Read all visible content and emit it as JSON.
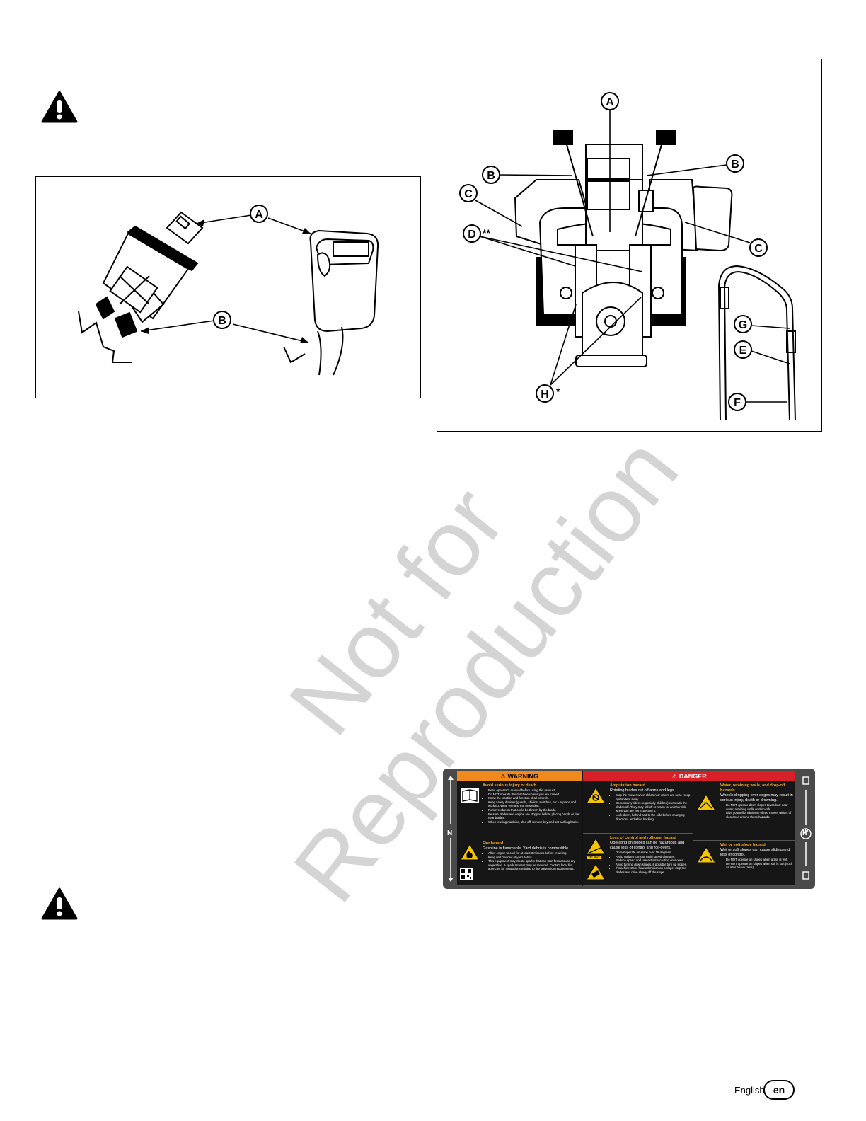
{
  "fig_left": {
    "callouts": [
      "A",
      "B"
    ]
  },
  "fig_right": {
    "callouts": [
      "A",
      "B",
      "B",
      "C",
      "C",
      "D",
      "**",
      "H",
      "*",
      "G",
      "E",
      "F"
    ]
  },
  "watermark": {
    "line1": "Not for",
    "line2": "Reproduction"
  },
  "decal": {
    "warning_header": "WARNING",
    "danger_header": "DANGER",
    "side_left": "N",
    "side_right": "N",
    "park_symbol": "P",
    "cells": [
      {
        "title": "Avoid serious injury or death",
        "lead": "",
        "items": [
          "Read operator's manual before using this product.",
          "Do NOT operate this machine unless you are trained.",
          "Know the location and function of all controls.",
          "Keep safety devices (guards, shields, switches, etc.) in place and working. Wear eye and ear protection.",
          "Remove objects that could be thrown by the blade.",
          "Be sure blades and engine are stopped before placing hands or feet near blades.",
          "When leaving machine, shut off, remove key and set parking brake."
        ]
      },
      {
        "title": "Fire hazard",
        "lead": "Gasoline is flammable. Yard debris is combustible.",
        "items": [
          "Allow engine to cool for at least 3 minutes before refueling.",
          "Keep unit cleaned of yard debris.",
          "This equipment may create sparks that can start fires around dry vegetation. A spark arrester may be required. Contact local fire agencies for regulations relating to fire prevention requirements."
        ]
      },
      {
        "title": "Amputation hazard",
        "lead": "Rotating blades cut off arms and legs.",
        "items": [
          "Stop the mower when children or others are near. Keep bystanders away.",
          "Do not carry riders (especially children) even with the blades off. They may fall off or return for another ride when you are not expecting it.",
          "Look down, behind and to the side before changing directions and while backing."
        ]
      },
      {
        "title": "Loss of control and roll-over hazard",
        "lead": "Operating on slopes can be hazardous and cause loss of control and roll-overs.",
        "items": [
          "Do not operate on slope over 15 degrees.",
          "Avoid sudden turns or rapid speed changes.",
          "Reduce speed and use extreme caution on slopes.",
          "Avoid turning down slopes, if possible turn up slopes.",
          "If machine stops forward motion on a slope, stop the blades and drive slowly off the slope."
        ]
      },
      {
        "title": "Water, retaining walls, and drop-off hazards",
        "lead": "Wheels dropping over edges may result in serious injury, death or drowning.",
        "items": [
          "Do NOT operate down slopes towards or near water, retaining walls or drop-offs.",
          "Give yourself a minimum of two mower widths of clearance around these hazards."
        ]
      },
      {
        "title": "Wet or soft slope hazard",
        "lead": "Wet or soft slopes can cause sliding and loss of control.",
        "items": [
          "Do NOT operate on slopes when grass is wet.",
          "Do NOT operate on slopes when soil is soft (such as after heavy rains)."
        ]
      }
    ],
    "slope_tag": "15° Max."
  },
  "footer": {
    "language": "English",
    "code": "en"
  }
}
